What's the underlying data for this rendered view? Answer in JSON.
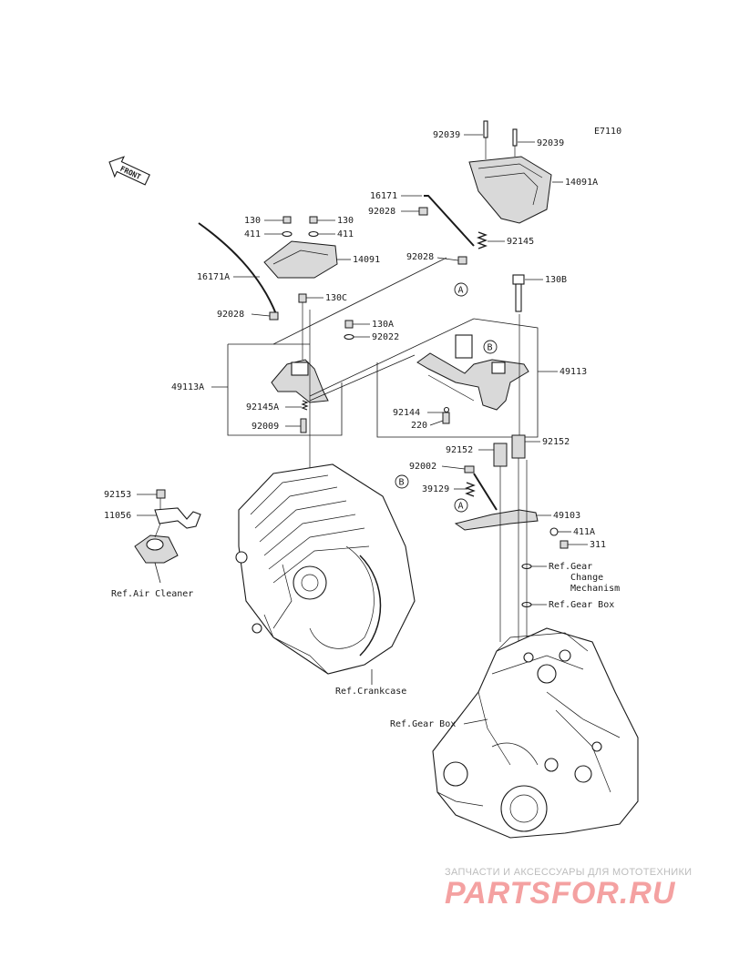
{
  "diagram_code": "E7110",
  "front_label": "FRONT",
  "parts": [
    {
      "id": "p92039a",
      "num": "92039"
    },
    {
      "id": "p92039b",
      "num": "92039"
    },
    {
      "id": "p14091A",
      "num": "14091A"
    },
    {
      "id": "p16171",
      "num": "16171"
    },
    {
      "id": "p92028a",
      "num": "92028"
    },
    {
      "id": "p92145",
      "num": "92145"
    },
    {
      "id": "p92028b",
      "num": "92028"
    },
    {
      "id": "p130B",
      "num": "130B"
    },
    {
      "id": "p130a",
      "num": "130"
    },
    {
      "id": "p130b",
      "num": "130"
    },
    {
      "id": "p411a",
      "num": "411"
    },
    {
      "id": "p411b",
      "num": "411"
    },
    {
      "id": "p14091",
      "num": "14091"
    },
    {
      "id": "p16171A",
      "num": "16171A"
    },
    {
      "id": "p130C",
      "num": "130C"
    },
    {
      "id": "p92028c",
      "num": "92028"
    },
    {
      "id": "p130A",
      "num": "130A"
    },
    {
      "id": "p92022",
      "num": "92022"
    },
    {
      "id": "p49113",
      "num": "49113"
    },
    {
      "id": "p49113A",
      "num": "49113A"
    },
    {
      "id": "p92145A",
      "num": "92145A"
    },
    {
      "id": "p92009",
      "num": "92009"
    },
    {
      "id": "p92144",
      "num": "92144"
    },
    {
      "id": "p220",
      "num": "220"
    },
    {
      "id": "p92152a",
      "num": "92152"
    },
    {
      "id": "p92152b",
      "num": "92152"
    },
    {
      "id": "p92002",
      "num": "92002"
    },
    {
      "id": "p39129",
      "num": "39129"
    },
    {
      "id": "p49103",
      "num": "49103"
    },
    {
      "id": "p411A",
      "num": "411A"
    },
    {
      "id": "p311",
      "num": "311"
    },
    {
      "id": "p92153",
      "num": "92153"
    },
    {
      "id": "p11056",
      "num": "11056"
    }
  ],
  "callouts": {
    "a1": "A",
    "a2": "A",
    "b1": "B",
    "b2": "B"
  },
  "references": {
    "air_cleaner": "Ref.Air Cleaner",
    "crankcase": "Ref.Crankcase",
    "gear_box_left": "Ref.Gear Box",
    "gear_change_1": "Ref.Gear",
    "gear_change_2": "Change",
    "gear_change_3": "Mechanism",
    "gear_box_right": "Ref.Gear Box"
  },
  "watermark": {
    "tagline": "ЗАПЧАСТИ И АКСЕССУАРЫ ДЛЯ МОТОТЕХНИКИ",
    "brand": "PARTSFOR.RU"
  }
}
